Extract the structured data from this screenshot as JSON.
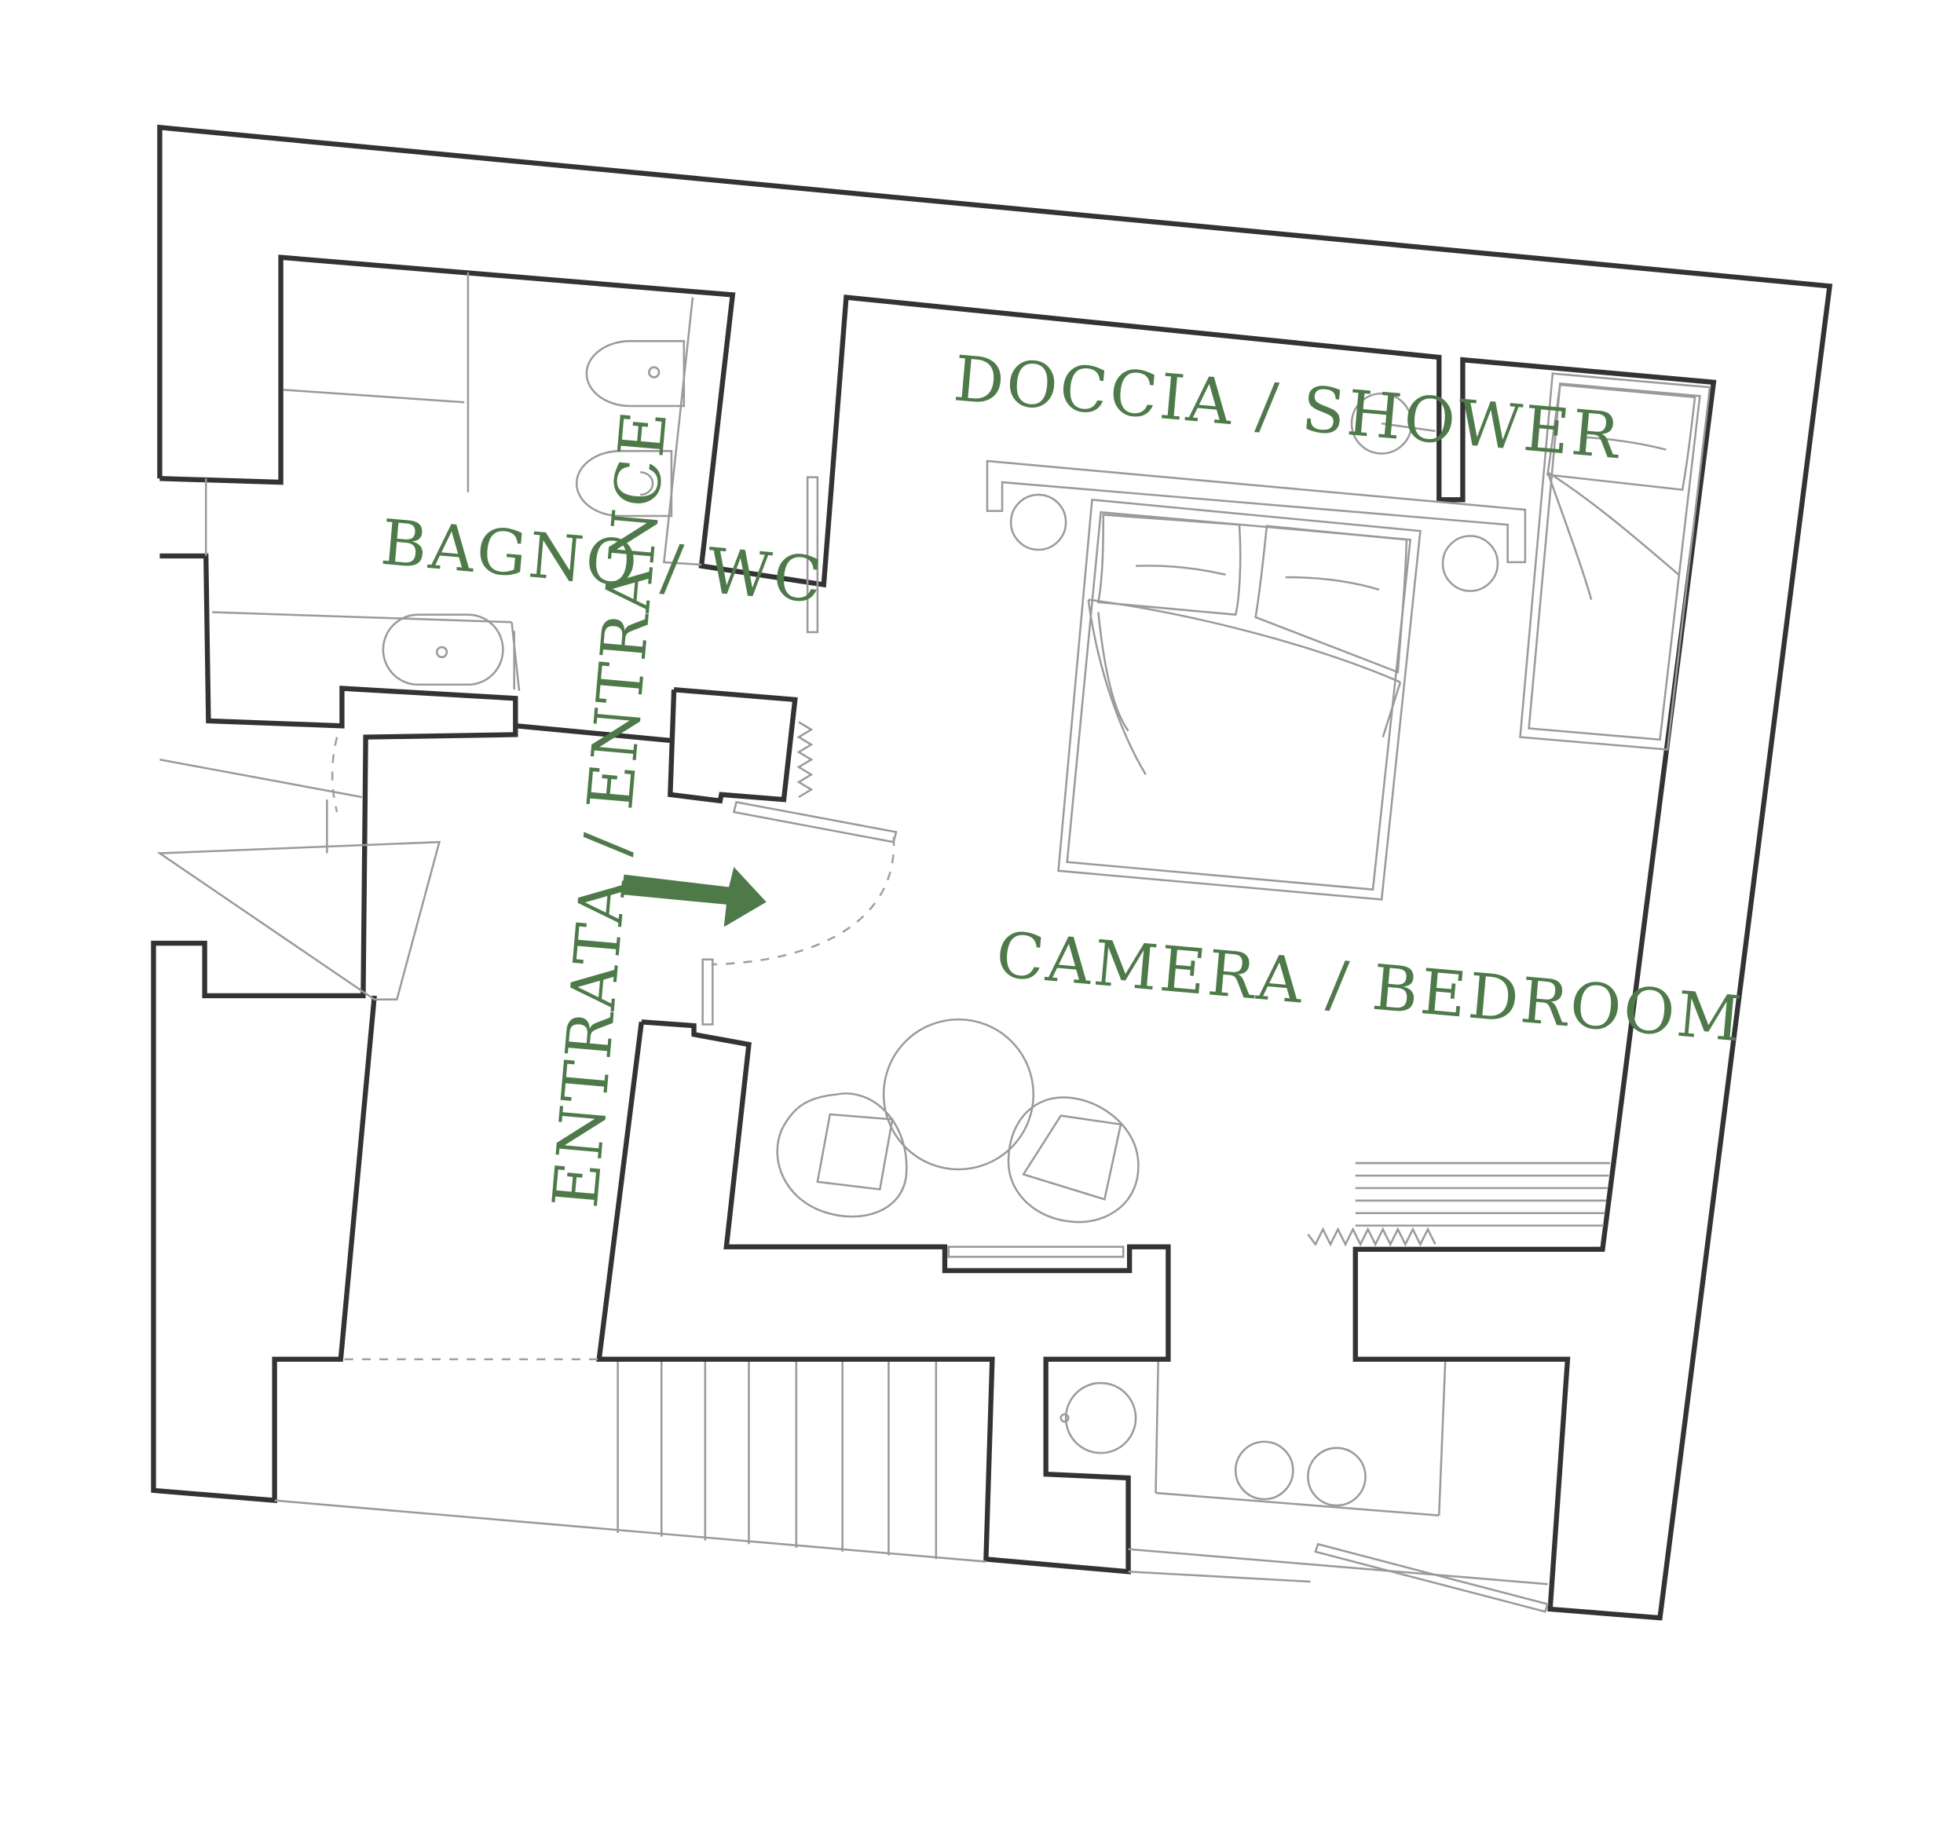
{
  "labels": {
    "bathroom": "BAGNO / WC",
    "shower": "DOCCIA / SHOWER",
    "entrance": "ENTRATA / ENTRANCE",
    "bedroom": "CAMERA / BEDROOM"
  },
  "colors": {
    "label": "#4e7a4a",
    "arrow": "#4e7a4a",
    "wall": "#333333",
    "furniture": "#9a9a9a",
    "background": "#ffffff"
  },
  "icons": {
    "entry_arrow": "arrow-right-icon"
  }
}
